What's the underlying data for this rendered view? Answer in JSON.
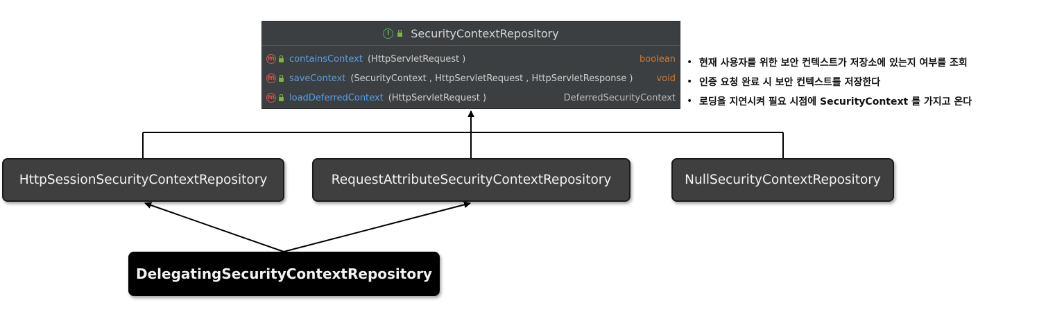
{
  "interface": {
    "name": "SecurityContextRepository",
    "methods": [
      {
        "name": "containsContext",
        "params": "(HttpServletRequest )",
        "return_type": "boolean"
      },
      {
        "name": "saveContext",
        "params": "(SecurityContext , HttpServletRequest , HttpServletResponse )",
        "return_type": "void"
      },
      {
        "name": "loadDeferredContext",
        "params": "(HttpServletRequest )",
        "return_type": "DeferredSecurityContext"
      }
    ]
  },
  "notes": [
    "현재 사용자를 위한 보안 컨텍스트가 저장소에 있는지 여부를 조회",
    "인증 요청 완료 시 보안 컨텍스트를 저장한다",
    "로딩을 지연시켜 필요 시점에 SecurityContext 를 가지고 온다"
  ],
  "bullet": "•",
  "implementations": {
    "http_session": "HttpSessionSecurityContextRepository",
    "request_attribute": "RequestAttributeSecurityContextRepository",
    "null": "NullSecurityContextRepository"
  },
  "delegating": "DelegatingSecurityContextRepository",
  "icons": {
    "interface_badge": "interface-icon",
    "method_badge": "method-icon",
    "visibility": "public-lock-icon"
  },
  "colors": {
    "panel_bg": "#3c3f41",
    "method_name": "#5a9ee0",
    "keyword": "#cc7832",
    "class_box": "#3f3f3f",
    "delegating_box": "#000000"
  }
}
